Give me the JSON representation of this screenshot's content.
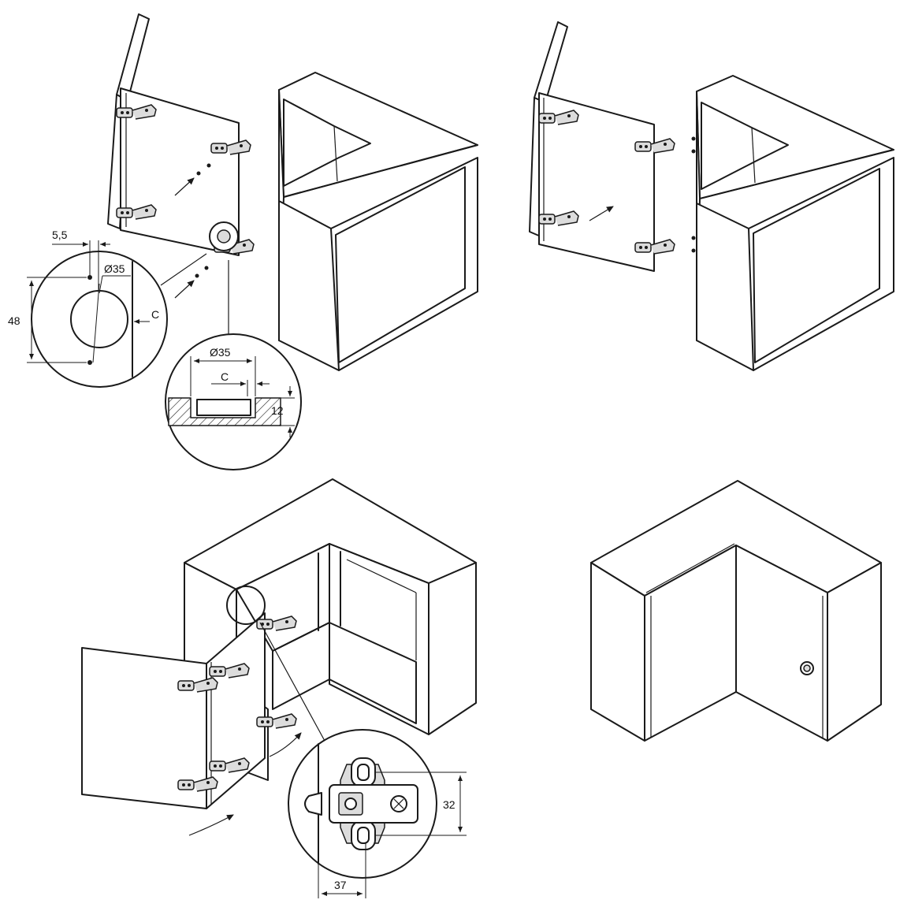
{
  "colors": {
    "line": "#1a1a1a",
    "background": "#ffffff",
    "hardware": "#dcdcdc"
  },
  "panels": {
    "step1": {
      "dimensions": {
        "hole_offset": "5,5",
        "cup_diameter": "Ø35",
        "hole_spacing": "48",
        "edge_distance": "C",
        "section_diameter": "Ø35",
        "section_edge": "C",
        "section_depth": "12"
      }
    },
    "step3": {
      "dimensions": {
        "plate_height": "32",
        "plate_offset": "37"
      }
    }
  }
}
